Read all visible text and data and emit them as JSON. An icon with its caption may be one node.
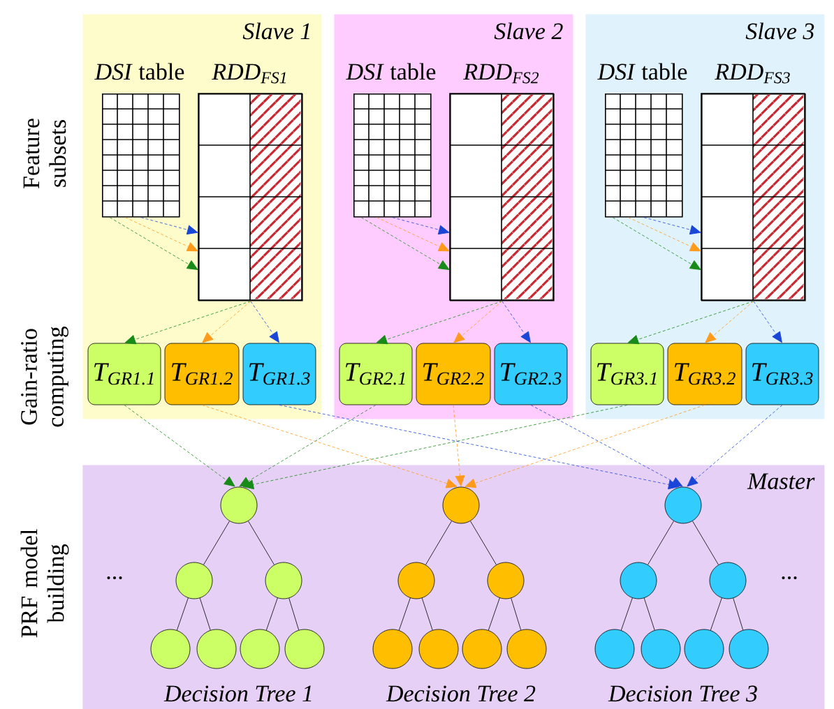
{
  "diagram": {
    "nodes": [
      {
        "text": [
          "Slave 1"
        ]
      },
      {
        "text": [
          "*DSI* table"
        ],
        "in": 0
      },
      {
        "text": [
          "RDD$_{FS1}$"
        ],
        "in": 0
      },
      {
        "text": [
          "T$_{GR1.1}$"
        ],
        "in": 0
      },
      {
        "text": [
          "T$_{GR1.2}$"
        ],
        "in": 0
      },
      {
        "text": [
          "T$_{GR1.3}$"
        ],
        "in": 0
      },
      {
        "text": [
          "Slave 2"
        ]
      },
      {
        "text": [
          "*DSI* table"
        ],
        "in": 6
      },
      {
        "text": [
          "RDD$_{FS2}$"
        ],
        "in": 6
      },
      {
        "text": [
          "T$_{GR2.1}$"
        ],
        "in": 6
      },
      {
        "text": [
          "T$_{GR2.2}$"
        ],
        "in": 6
      },
      {
        "text": [
          "T$_{GR2.3}$"
        ],
        "in": 6
      },
      {
        "text": [
          "Slave 3"
        ]
      },
      {
        "text": [
          "*DSI* table"
        ],
        "in": 12
      },
      {
        "text": [
          "RDD$_{FS3}$"
        ],
        "in": 12
      },
      {
        "text": [
          "T$_{GR3.1}$"
        ],
        "in": 12
      },
      {
        "text": [
          "T$_{GR3.2}$"
        ],
        "in": 12
      },
      {
        "text": [
          "T$_{GR3.3}$"
        ],
        "in": 12
      },
      {
        "text": [
          "Master"
        ]
      },
      {
        "text": [],
        "shape": "circle",
        "in": 18
      },
      {
        "text": [],
        "shape": "circle",
        "in": 18
      },
      {
        "text": [],
        "shape": "circle",
        "in": 18
      },
      {
        "text": [],
        "shape": "circle",
        "in": 18
      },
      {
        "text": [],
        "shape": "circle",
        "in": 18
      },
      {
        "text": [],
        "shape": "circle",
        "in": 18
      },
      {
        "text": [],
        "shape": "circle",
        "in": 18
      },
      {
        "text": [],
        "shape": "circle",
        "in": 18
      },
      {
        "text": [],
        "shape": "circle",
        "in": 18
      },
      {
        "text": [],
        "shape": "circle",
        "in": 18
      },
      {
        "text": [],
        "shape": "circle",
        "in": 18
      },
      {
        "text": [],
        "shape": "circle",
        "in": 18
      },
      {
        "text": [],
        "shape": "circle",
        "in": 18
      },
      {
        "text": [],
        "shape": "circle",
        "in": 18
      },
      {
        "text": [],
        "shape": "circle",
        "in": 18
      },
      {
        "text": [],
        "shape": "circle",
        "in": 18
      },
      {
        "text": [],
        "shape": "circle",
        "in": 18
      },
      {
        "text": [],
        "shape": "circle",
        "in": 18
      },
      {
        "text": [],
        "shape": "circle",
        "in": 18
      },
      {
        "text": [],
        "shape": "circle",
        "in": 18
      },
      {
        "text": [],
        "shape": "circle",
        "in": 18
      }
    ],
    "edges": [
      {
        "from": 1,
        "to": 2,
        "arrow": "to",
        "style": "dashed",
        "color": "#178a17"
      },
      {
        "from": 1,
        "to": 2,
        "arrow": "to",
        "style": "dashed",
        "color": "#ff9a1a"
      },
      {
        "from": 1,
        "to": 2,
        "arrow": "to",
        "style": "dashed",
        "color": "#1a46d8"
      },
      {
        "from": 2,
        "to": 3,
        "arrow": "to",
        "style": "dashed",
        "color": "#178a17"
      },
      {
        "from": 2,
        "to": 4,
        "arrow": "to",
        "style": "dashed",
        "color": "#ff9a1a"
      },
      {
        "from": 2,
        "to": 5,
        "arrow": "to",
        "style": "dashed",
        "color": "#1a46d8"
      },
      {
        "from": 7,
        "to": 8,
        "arrow": "to",
        "style": "dashed",
        "color": "#178a17"
      },
      {
        "from": 7,
        "to": 8,
        "arrow": "to",
        "style": "dashed",
        "color": "#ff9a1a"
      },
      {
        "from": 7,
        "to": 8,
        "arrow": "to",
        "style": "dashed",
        "color": "#1a46d8"
      },
      {
        "from": 8,
        "to": 9,
        "arrow": "to",
        "style": "dashed",
        "color": "#178a17"
      },
      {
        "from": 8,
        "to": 10,
        "arrow": "to",
        "style": "dashed",
        "color": "#ff9a1a"
      },
      {
        "from": 8,
        "to": 11,
        "arrow": "to",
        "style": "dashed",
        "color": "#1a46d8"
      },
      {
        "from": 13,
        "to": 14,
        "arrow": "to",
        "style": "dashed",
        "color": "#178a17"
      },
      {
        "from": 13,
        "to": 14,
        "arrow": "to",
        "style": "dashed",
        "color": "#ff9a1a"
      },
      {
        "from": 13,
        "to": 14,
        "arrow": "to",
        "style": "dashed",
        "color": "#1a46d8"
      },
      {
        "from": 14,
        "to": 15,
        "arrow": "to",
        "style": "dashed",
        "color": "#178a17"
      },
      {
        "from": 14,
        "to": 16,
        "arrow": "to",
        "style": "dashed",
        "color": "#ff9a1a"
      },
      {
        "from": 14,
        "to": 17,
        "arrow": "to",
        "style": "dashed",
        "color": "#1a46d8"
      },
      {
        "from": 3,
        "to": 19,
        "arrow": "to",
        "style": "dashed",
        "color": "#178a17"
      },
      {
        "from": 9,
        "to": 19,
        "arrow": "to",
        "style": "dashed",
        "color": "#178a17"
      },
      {
        "from": 15,
        "to": 19,
        "arrow": "to",
        "style": "dashed",
        "color": "#178a17"
      },
      {
        "from": 4,
        "to": 26,
        "arrow": "to",
        "style": "dashed",
        "color": "#ff9a1a"
      },
      {
        "from": 10,
        "to": 26,
        "arrow": "to",
        "style": "dashed",
        "color": "#ff9a1a"
      },
      {
        "from": 16,
        "to": 26,
        "arrow": "to",
        "style": "dashed",
        "color": "#ff9a1a"
      },
      {
        "from": 5,
        "to": 33,
        "arrow": "to",
        "style": "dashed",
        "color": "#1a46d8"
      },
      {
        "from": 11,
        "to": 33,
        "arrow": "to",
        "style": "dashed",
        "color": "#1a46d8"
      },
      {
        "from": 17,
        "to": 33,
        "arrow": "to",
        "style": "dashed",
        "color": "#1a46d8"
      },
      {
        "from": 19,
        "to": 20,
        "arrow": "none"
      },
      {
        "from": 19,
        "to": 21,
        "arrow": "none"
      },
      {
        "from": 20,
        "to": 22,
        "arrow": "none"
      },
      {
        "from": 20,
        "to": 23,
        "arrow": "none"
      },
      {
        "from": 21,
        "to": 24,
        "arrow": "none"
      },
      {
        "from": 21,
        "to": 25,
        "arrow": "none"
      },
      {
        "from": 26,
        "to": 27,
        "arrow": "none"
      },
      {
        "from": 26,
        "to": 28,
        "arrow": "none"
      },
      {
        "from": 27,
        "to": 29,
        "arrow": "none"
      },
      {
        "from": 27,
        "to": 30,
        "arrow": "none"
      },
      {
        "from": 28,
        "to": 31,
        "arrow": "none"
      },
      {
        "from": 28,
        "to": 32,
        "arrow": "none"
      },
      {
        "from": 33,
        "to": 34,
        "arrow": "none"
      },
      {
        "from": 33,
        "to": 35,
        "arrow": "none"
      },
      {
        "from": 34,
        "to": 36,
        "arrow": "none"
      },
      {
        "from": 34,
        "to": 37,
        "arrow": "none"
      },
      {
        "from": 35,
        "to": 38,
        "arrow": "none"
      },
      {
        "from": 35,
        "to": 39,
        "arrow": "none"
      }
    ],
    "labels": [
      "Feature subsets",
      "Gain-ratio computing",
      "PRF model building",
      "...",
      "...",
      "Decision Tree 1",
      "Decision Tree 2",
      "Decision Tree 3"
    ]
  }
}
